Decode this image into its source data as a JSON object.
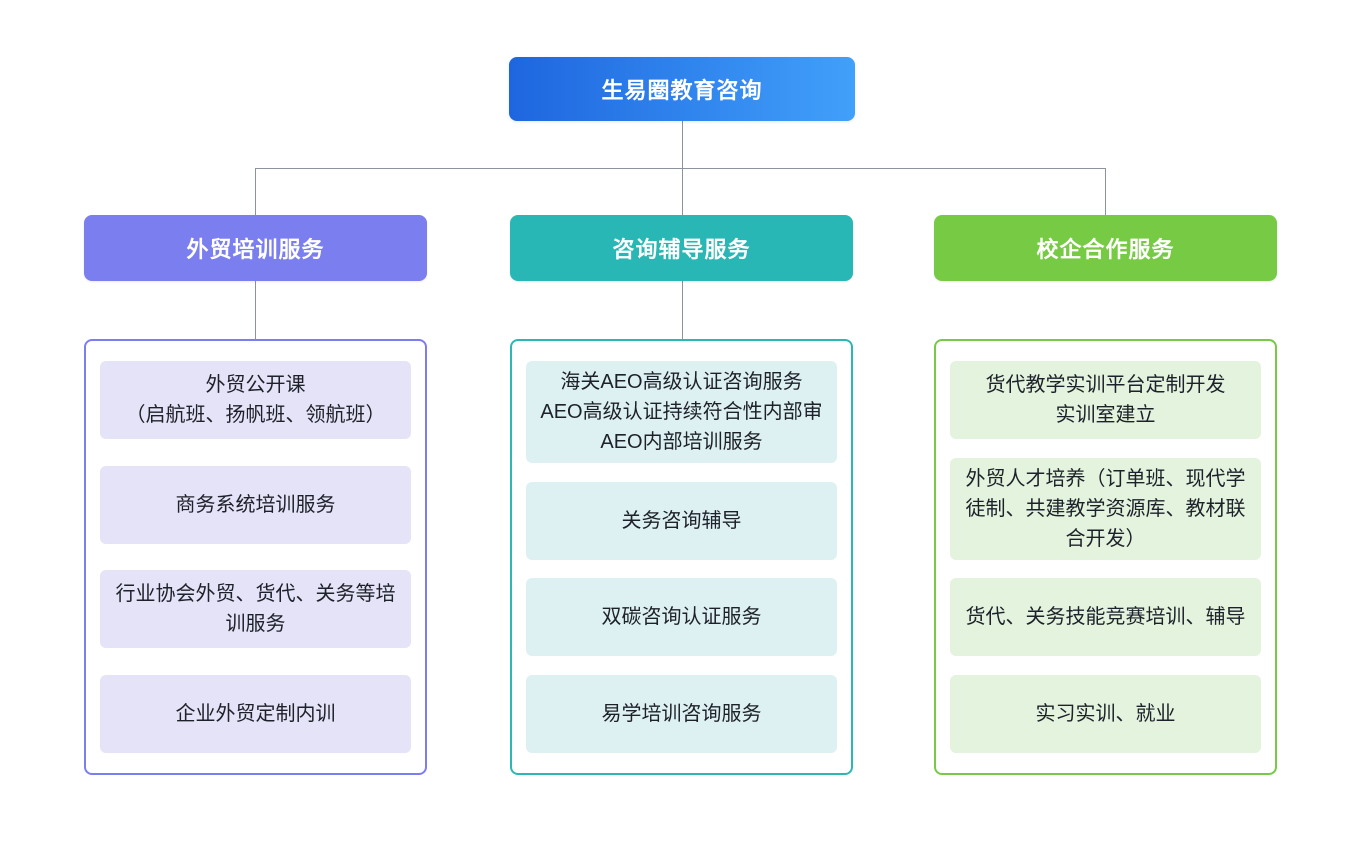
{
  "root": {
    "label": "生易圈教育咨询",
    "colors": {
      "gradient_from": "#1E66DF",
      "gradient_to": "#41A0FA",
      "text": "#ffffff"
    }
  },
  "connector_color": "#8D939C",
  "branches": [
    {
      "label": "外贸培训服务",
      "colors": {
        "header": "#7A7EEF",
        "border": "#7D7DF2",
        "item_bg": "#E5E3F8"
      },
      "items": [
        "外贸公开课\n（启航班、扬帆班、领航班）",
        "商务系统培训服务",
        "行业协会外贸、货代、关务等培训服务",
        "企业外贸定制内训"
      ]
    },
    {
      "label": "咨询辅导服务",
      "colors": {
        "header": "#29B7B5",
        "border": "#2BB8B4",
        "item_bg": "#DEF1F2"
      },
      "items": [
        "海关AEO高级认证咨询服务\nAEO高级认证持续符合性内部审\nAEO内部培训服务",
        "关务咨询辅导",
        "双碳咨询认证服务",
        "易学培训咨询服务"
      ]
    },
    {
      "label": "校企合作服务",
      "colors": {
        "header": "#77CB44",
        "border": "#77C947",
        "item_bg": "#E3F3DE"
      },
      "items": [
        "货代教学实训平台定制开发\n实训室建立",
        "外贸人才培养（订单班、现代学徒制、共建教学资源库、教材联合开发）",
        "货代、关务技能竞赛培训、辅导",
        "实习实训、就业"
      ]
    }
  ]
}
